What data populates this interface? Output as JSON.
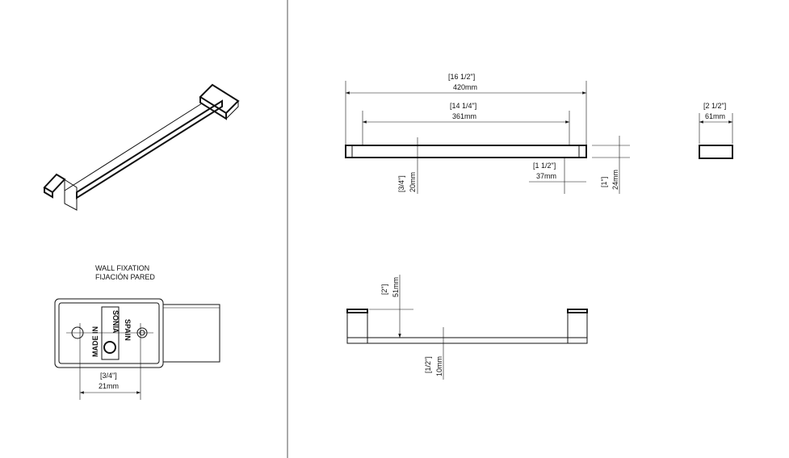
{
  "wall_fixation": {
    "title_en": "WALL FIXATION",
    "title_es": "FIJACIÓN PARED",
    "made_in": "MADE IN",
    "spain": "SPAIN",
    "brand": "SONIA",
    "dim_in": "[3/4\"]",
    "dim_mm": "21mm"
  },
  "top_view": {
    "overall_in": "[16 1/2\"]",
    "overall_mm": "420mm",
    "centers_in": "[14 1/4\"]",
    "centers_mm": "361mm",
    "bar_in": "[3/4\"]",
    "bar_mm": "20mm",
    "end_in": "[1 1/2\"]",
    "end_mm": "37mm",
    "height_in": "[1\"]",
    "height_mm": "24mm"
  },
  "side_view": {
    "depth_in": "[2 1/2\"]",
    "depth_mm": "61mm"
  },
  "front_view": {
    "proj_in": "[2\"]",
    "proj_mm": "51mm",
    "thick_in": "[1/2\"]",
    "thick_mm": "10mm"
  }
}
